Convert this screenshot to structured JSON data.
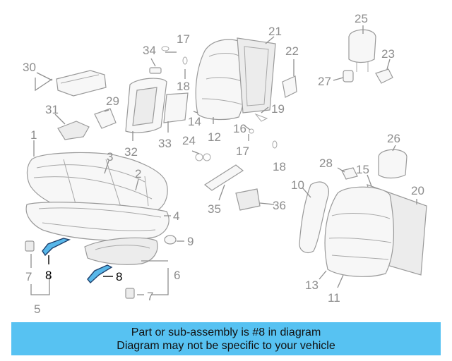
{
  "callouts": {
    "c1": "1",
    "c2": "2",
    "c3": "3",
    "c4": "4",
    "c5": "5",
    "c6": "6",
    "c7a": "7",
    "c7b": "7",
    "c8a": "8",
    "c8b": "8",
    "c9": "9",
    "c10": "10",
    "c11": "11",
    "c12": "12",
    "c13": "13",
    "c14": "14",
    "c15": "15",
    "c16": "16",
    "c17a": "17",
    "c17b": "17",
    "c18a": "18",
    "c18b": "18",
    "c19": "19",
    "c20": "20",
    "c21": "21",
    "c22": "22",
    "c23": "23",
    "c24": "24",
    "c25": "25",
    "c26": "26",
    "c27": "27",
    "c28": "28",
    "c29": "29",
    "c30": "30",
    "c31": "31",
    "c32": "32",
    "c33": "33",
    "c34": "34",
    "c35": "35",
    "c36": "36"
  },
  "highlight_part": "8",
  "colors": {
    "highlight": "#57b7ea",
    "banner": "#57c2f2",
    "linework": "#9a9a9a"
  },
  "banner": {
    "line1": "Part or sub-assembly is #8 in diagram",
    "line2": "Diagram may not be specific to your vehicle"
  }
}
